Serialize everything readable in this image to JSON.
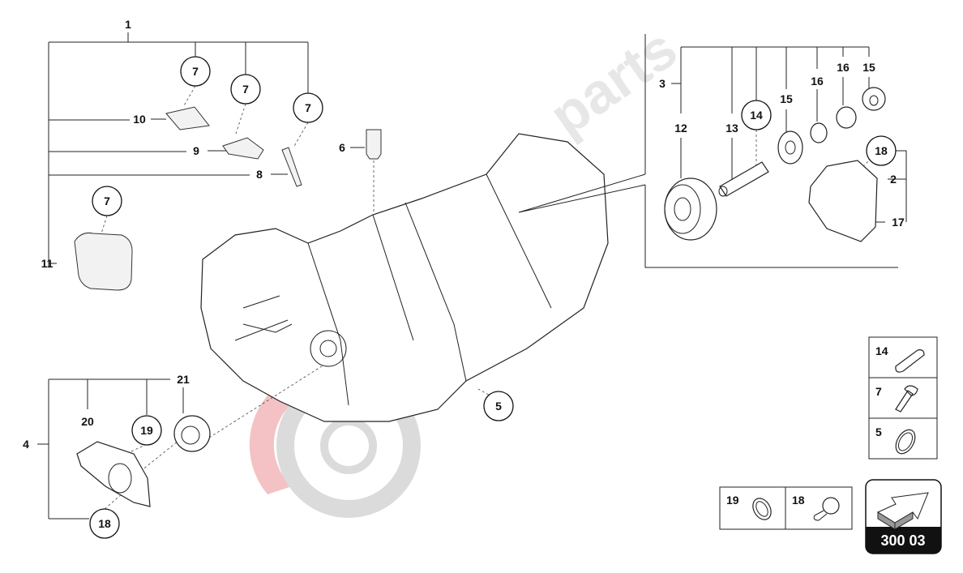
{
  "diagram": {
    "plain_labels": [
      "1",
      "10",
      "9",
      "8",
      "11",
      "6",
      "3",
      "12",
      "13",
      "15",
      "16",
      "16",
      "15",
      "2",
      "17",
      "4",
      "20",
      "21"
    ],
    "circled_labels": [
      "7",
      "7",
      "7",
      "7",
      "14",
      "18",
      "5",
      "19",
      "18"
    ]
  },
  "legend": {
    "items": [
      {
        "label": "14",
        "icon": "pin-icon"
      },
      {
        "label": "7",
        "icon": "screw-icon"
      },
      {
        "label": "5",
        "icon": "seal-ring-icon"
      },
      {
        "label": "19",
        "icon": "washer-icon"
      },
      {
        "label": "18",
        "icon": "bolt-icon"
      }
    ]
  },
  "page_ref": {
    "code": "300 03",
    "icon": "arrow-next-icon"
  },
  "colors": {
    "watermark_red": "#e0525a",
    "watermark_gray": "#c8c8c8",
    "ink": "#111111"
  }
}
